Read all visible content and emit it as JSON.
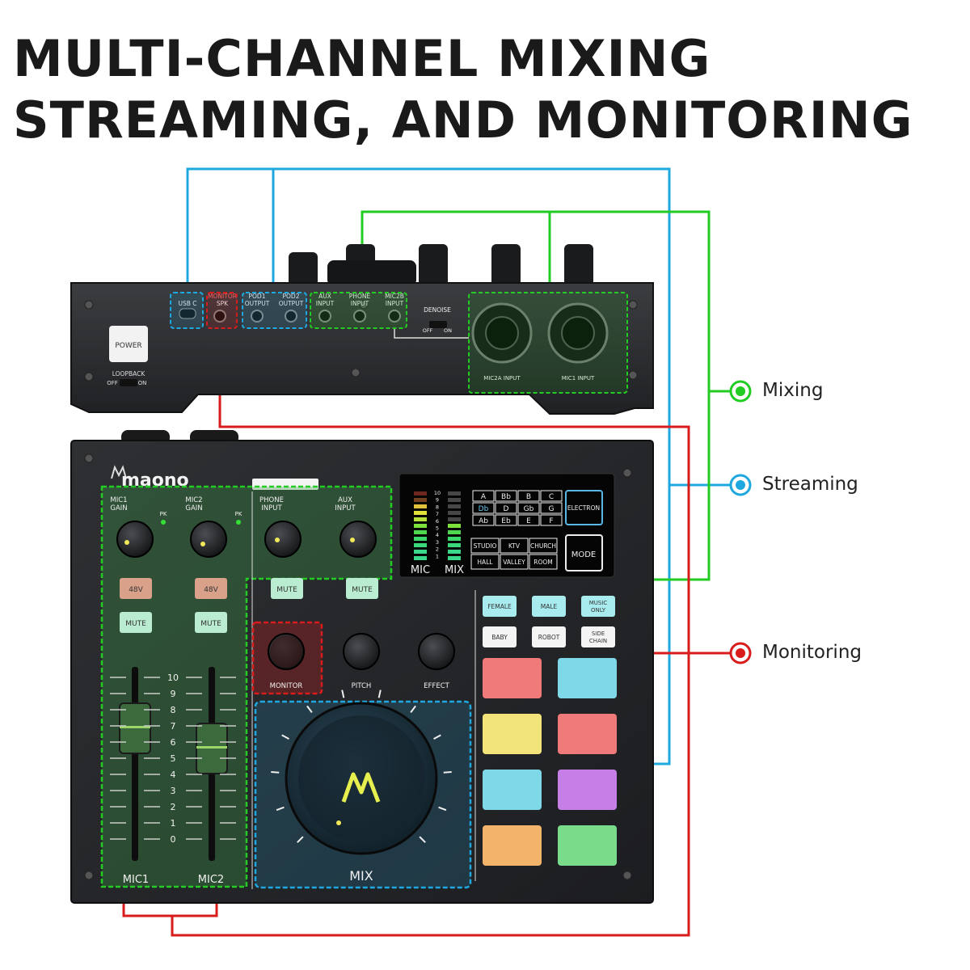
{
  "title": {
    "line1": "MULTI-CHANNEL MIXING",
    "line2": "STREAMING, AND MONITORING"
  },
  "legend": [
    {
      "label": "Mixing",
      "color": "#22cc22"
    },
    {
      "label": "Streaming",
      "color": "#1fa8e0"
    },
    {
      "label": "Monitoring",
      "color": "#d81c1c"
    }
  ],
  "rear_panel": {
    "power": "POWER",
    "loopback": "LOOPBACK",
    "off": "OFF",
    "on": "ON",
    "usb": "USB C",
    "monitor_spk": [
      "MONITOR",
      "SPK"
    ],
    "pod1": [
      "POD1",
      "OUTPUT"
    ],
    "pod2": [
      "POD2",
      "OUTPUT"
    ],
    "aux": [
      "AUX",
      "INPUT"
    ],
    "phone": [
      "PHONE",
      "INPUT"
    ],
    "mic2b": [
      "MIC2B",
      "INPUT"
    ],
    "denoise": "DENOISE",
    "mic2a_input": "MIC2A INPUT",
    "mic1_input": "MIC1 INPUT"
  },
  "top_panel": {
    "brand": "maono",
    "mic1_gain": [
      "MIC1",
      "GAIN"
    ],
    "mic2_gain": [
      "MIC2",
      "GAIN"
    ],
    "pk": "PK",
    "phone_input": [
      "PHONE",
      "INPUT"
    ],
    "aux_input": [
      "AUX",
      "INPUT"
    ],
    "phantom": "48V",
    "mute": "MUTE",
    "fader_scale": [
      "10",
      "9",
      "8",
      "7",
      "6",
      "5",
      "4",
      "3",
      "2",
      "1",
      "0"
    ],
    "fader1": "MIC1",
    "fader2": "MIC2",
    "monitor": "MONITOR",
    "pitch": "PITCH",
    "effect": "EFFECT",
    "mix": "MIX",
    "meter_scale": [
      "10",
      "9",
      "8",
      "7",
      "6",
      "5",
      "4",
      "3",
      "2",
      "1"
    ],
    "meter_mic": "MIC",
    "meter_mix": "MIX",
    "keys": [
      [
        "A",
        "Bb",
        "B",
        "C"
      ],
      [
        "Db",
        "D",
        "Gb",
        "G"
      ],
      [
        "Ab",
        "Eb",
        "E",
        "F"
      ]
    ],
    "electron": "ELECTRON",
    "reverbs": [
      [
        "STUDIO",
        "KTV",
        "CHURCH"
      ],
      [
        "HALL",
        "VALLEY",
        "ROOM"
      ]
    ],
    "mode": "MODE",
    "voice_buttons": [
      "FEMALE",
      "MALE",
      "MUSIC ONLY",
      "BABY",
      "ROBOT",
      "SIDE CHAIN"
    ],
    "pad_colors": [
      "#f07a7a",
      "#7fd8e8",
      "#f2e37a",
      "#f07a7a",
      "#7fd8e8",
      "#c77fe8",
      "#f2b36a",
      "#78dc8a"
    ]
  }
}
